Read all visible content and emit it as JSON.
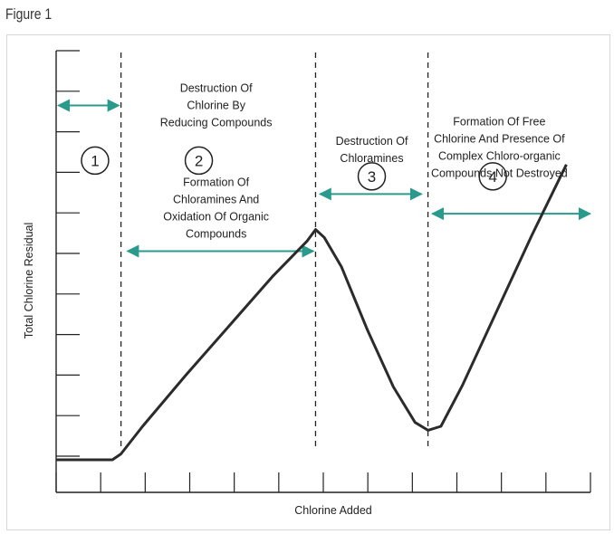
{
  "figure_label": "Figure 1",
  "chart_data": {
    "type": "line",
    "title": "",
    "xlabel": "Chlorine Added",
    "ylabel": "Total Chlorine Residual",
    "xlim": [
      0,
      12.4
    ],
    "ylim": [
      0,
      10.3
    ],
    "x_ticks": 13,
    "y_ticks": 11,
    "grid": false,
    "line_color": "#2b2b2b",
    "arrow_color": "#2a9a8c",
    "series": [
      {
        "name": "",
        "points": [
          [
            0,
            0
          ],
          [
            1.3,
            0
          ],
          [
            1.5,
            0.15
          ],
          [
            2.0,
            0.85
          ],
          [
            3.0,
            2.15
          ],
          [
            4.0,
            3.4
          ],
          [
            5.0,
            4.65
          ],
          [
            5.8,
            5.55
          ],
          [
            6.0,
            5.85
          ],
          [
            6.2,
            5.65
          ],
          [
            6.6,
            4.9
          ],
          [
            7.2,
            3.3
          ],
          [
            7.8,
            1.85
          ],
          [
            8.3,
            0.95
          ],
          [
            8.6,
            0.75
          ],
          [
            8.9,
            0.85
          ],
          [
            9.4,
            1.9
          ],
          [
            10.2,
            3.8
          ],
          [
            11.0,
            5.7
          ],
          [
            11.8,
            7.5
          ]
        ]
      }
    ],
    "divider_lines_x": [
      1.5,
      6.0,
      8.6
    ],
    "zone_numbers": [
      {
        "label": "1",
        "x": 0.9,
        "y": 7.6
      },
      {
        "label": "2",
        "x": 3.3,
        "y": 7.6
      },
      {
        "label": "3",
        "x": 7.3,
        "y": 7.2
      },
      {
        "label": "4",
        "x": 10.1,
        "y": 7.2
      }
    ],
    "range_arrows": [
      {
        "x_start": 0.05,
        "x_end": 1.45,
        "y": 9.0
      },
      {
        "x_start": 1.65,
        "x_end": 5.95,
        "y": 5.3
      },
      {
        "x_start": 6.1,
        "x_end": 8.45,
        "y": 6.75
      },
      {
        "x_start": 8.7,
        "x_end": 12.35,
        "y": 6.25
      }
    ],
    "annotations": [
      {
        "id": "destruction_reducing",
        "lines": [
          "Destruction Of",
          "Chlorine By",
          "Reducing Compounds"
        ],
        "x": 3.7,
        "y": 9.35
      },
      {
        "id": "formation_chloramines",
        "lines": [
          "Formation Of",
          "Chloramines And",
          "Oxidation Of Organic",
          "Compounds"
        ],
        "x": 3.7,
        "y": 6.95
      },
      {
        "id": "destruction_chloramines",
        "lines": [
          "Destruction Of",
          "Chloramines"
        ],
        "x": 7.3,
        "y": 8.0
      },
      {
        "id": "formation_free",
        "lines": [
          "Formation Of Free",
          "Chlorine And Presence Of",
          "Complex Chloro-organic",
          "Compounds Not Destroyed"
        ],
        "x": 10.25,
        "y": 8.5
      }
    ]
  }
}
